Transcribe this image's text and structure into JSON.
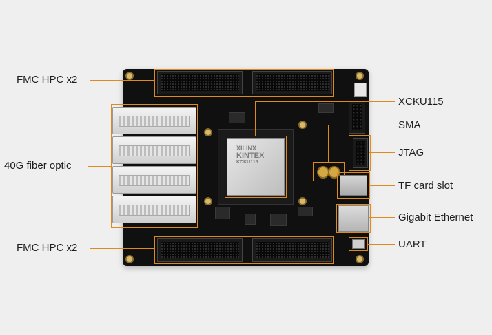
{
  "labels": {
    "fmc_top": "FMC HPC x2",
    "fiber": "40G fiber optic",
    "fmc_bottom": "FMC HPC x2",
    "xcku": "XCKU115",
    "sma": "SMA",
    "jtag": "JTAG",
    "tf": "TF card slot",
    "eth": "Gigabit Ethernet",
    "uart": "UART"
  },
  "chip": {
    "brand": "XILINX",
    "name": "KINTEX",
    "sub": "KCKU115"
  },
  "colors": {
    "accent": "#e08a1e",
    "background": "#efefef",
    "board": "#101010"
  }
}
